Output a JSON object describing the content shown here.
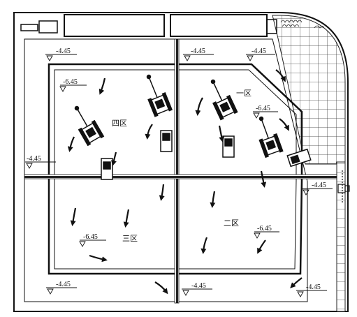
{
  "zones": {
    "zone_1": "一区",
    "zone_2": "二区",
    "zone_3": "三区",
    "zone_4": "四区"
  },
  "elevations": {
    "top_left": "-4.45",
    "top_middle": "-4.45",
    "top_right": "-4.45",
    "left_mid": "-4.45",
    "right_mid": "-4.45",
    "bottom_left": "-4.45",
    "bottom_middle": "-4.45",
    "bottom_right": "-4.45",
    "pit_zone_4": "-6.45",
    "pit_zone_1": "-6.45",
    "pit_zone_3": "-6.45",
    "pit_zone_2": "-6.45"
  },
  "style": {
    "line_color": "#111111",
    "paper_color": "#ffffff"
  }
}
